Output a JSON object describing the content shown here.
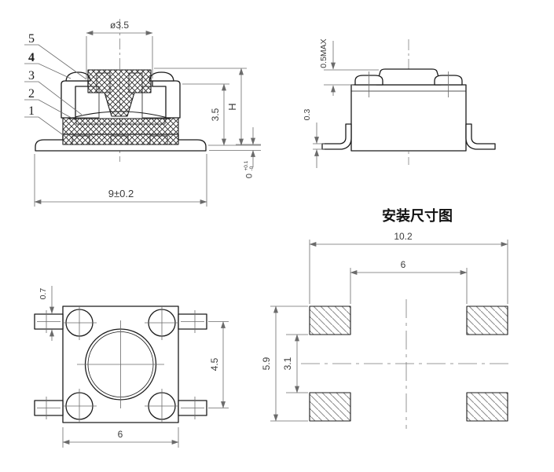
{
  "drawing_type": "tactile-switch-engineering-drawing",
  "colors": {
    "background": "#ffffff",
    "object_line": "#1b1b1b",
    "dimension_line": "#6b6b6b",
    "dimension_text": "#3c3c3c",
    "section_hatch": "#2a2a2a",
    "pad_hatch": "#8f8f8f"
  },
  "front_section_view": {
    "callouts": {
      "c5": "5",
      "c4": "4",
      "c3": "3",
      "c2": "2",
      "c1": "1"
    },
    "dims": {
      "knob_diameter": "ø3.5",
      "body_height": "3.5",
      "overall_height": "H",
      "base_width": "9±0.2",
      "standoff_nominal": "0",
      "standoff_tol_upper": "+0.1",
      "standoff_tol_lower": "-0"
    }
  },
  "side_view": {
    "dims": {
      "terminal_protrusion": "0.5MAX",
      "lead_thickness": "0.3"
    }
  },
  "top_view": {
    "dims": {
      "lead_width": "0.7",
      "lead_row_pitch": "4.5",
      "body_width": "6"
    }
  },
  "mounting_view": {
    "title": "安装尺寸图",
    "dims": {
      "pad_outer_span_x": "10.2",
      "pad_inner_span_x": "6",
      "pad_outer_span_y": "5.9",
      "pad_inner_gap_y": "3.1"
    }
  }
}
